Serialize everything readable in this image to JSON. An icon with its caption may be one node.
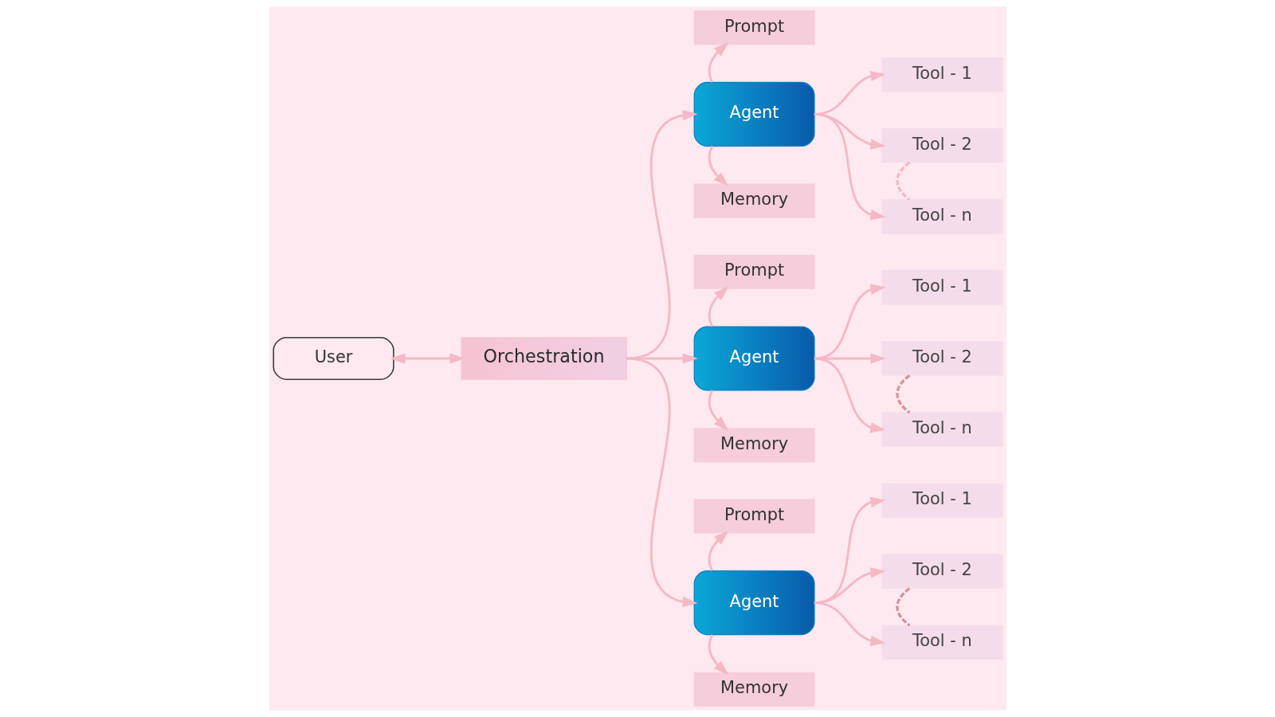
{
  "diagram": {
    "nodes": [
      {
        "text": [
          "User"
        ]
      },
      {
        "text": [
          "Orchestration"
        ]
      },
      {
        "text": [
          "Prompt"
        ]
      },
      {
        "text": [
          "Agent"
        ]
      },
      {
        "text": [
          "Memory"
        ]
      },
      {
        "text": [
          "Tool - 1"
        ]
      },
      {
        "text": [
          "Tool - 2"
        ]
      },
      {
        "text": [
          "Tool - n"
        ]
      },
      {
        "text": [
          "Prompt"
        ]
      },
      {
        "text": [
          "Agent"
        ]
      },
      {
        "text": [
          "Memory"
        ]
      },
      {
        "text": [
          "Tool - 1"
        ]
      },
      {
        "text": [
          "Tool - 2"
        ]
      },
      {
        "text": [
          "Tool - n"
        ]
      },
      {
        "text": [
          "Prompt"
        ]
      },
      {
        "text": [
          "Agent"
        ]
      },
      {
        "text": [
          "Memory"
        ]
      },
      {
        "text": [
          "Tool - 1"
        ]
      },
      {
        "text": [
          "Tool - 2"
        ]
      },
      {
        "text": [
          "Tool - n"
        ]
      }
    ],
    "edges": [
      {
        "from": 0,
        "to": 1,
        "arrow": "both"
      },
      {
        "from": 1,
        "to": 3,
        "arrow": "to"
      },
      {
        "from": 1,
        "to": 9,
        "arrow": "to"
      },
      {
        "from": 1,
        "to": 15,
        "arrow": "to"
      },
      {
        "from": 3,
        "to": 2,
        "arrow": "to"
      },
      {
        "from": 3,
        "to": 4,
        "arrow": "to"
      },
      {
        "from": 3,
        "to": 5,
        "arrow": "to"
      },
      {
        "from": 3,
        "to": 6,
        "arrow": "to"
      },
      {
        "from": 3,
        "to": 7,
        "arrow": "to"
      },
      {
        "from": 6,
        "to": 7,
        "arrow": "none",
        "style": "dashed"
      },
      {
        "from": 9,
        "to": 8,
        "arrow": "to"
      },
      {
        "from": 9,
        "to": 10,
        "arrow": "to"
      },
      {
        "from": 9,
        "to": 11,
        "arrow": "to"
      },
      {
        "from": 9,
        "to": 12,
        "arrow": "to"
      },
      {
        "from": 9,
        "to": 13,
        "arrow": "to"
      },
      {
        "from": 12,
        "to": 13,
        "arrow": "none",
        "style": "dashed",
        "color": "#d4939c"
      },
      {
        "from": 15,
        "to": 14,
        "arrow": "to"
      },
      {
        "from": 15,
        "to": 16,
        "arrow": "to"
      },
      {
        "from": 15,
        "to": 17,
        "arrow": "to"
      },
      {
        "from": 15,
        "to": 18,
        "arrow": "to"
      },
      {
        "from": 15,
        "to": 19,
        "arrow": "to"
      },
      {
        "from": 18,
        "to": 19,
        "arrow": "none",
        "style": "dashed",
        "color": "#d4939c"
      }
    ]
  }
}
